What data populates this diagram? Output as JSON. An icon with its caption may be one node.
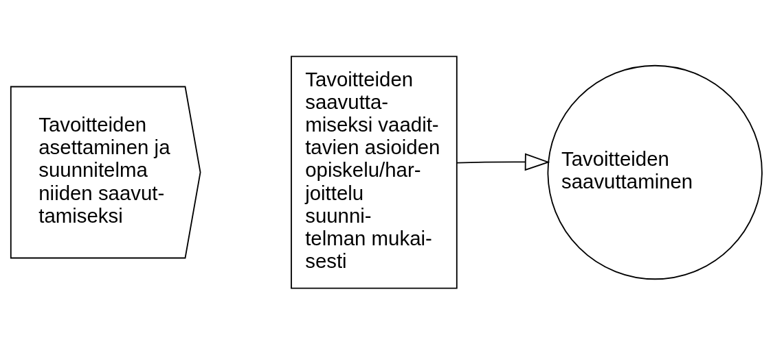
{
  "diagram": {
    "nodes": [
      {
        "text": [
          "Tavoitteiden asettaminen ja suunnitelma niiden saavut- tamiseksi"
        ]
      },
      {
        "text": [
          "Tavoitteiden saavutta- miseksi vaadit- tavien asioiden opiskelu/har- joittelu suunni- telman mukai- sesti"
        ]
      },
      {
        "text": [
          "Tavoitteiden saavuttaminen"
        ]
      }
    ],
    "edges": [
      {
        "from": 1,
        "to": 2,
        "arrow": "to"
      }
    ]
  }
}
